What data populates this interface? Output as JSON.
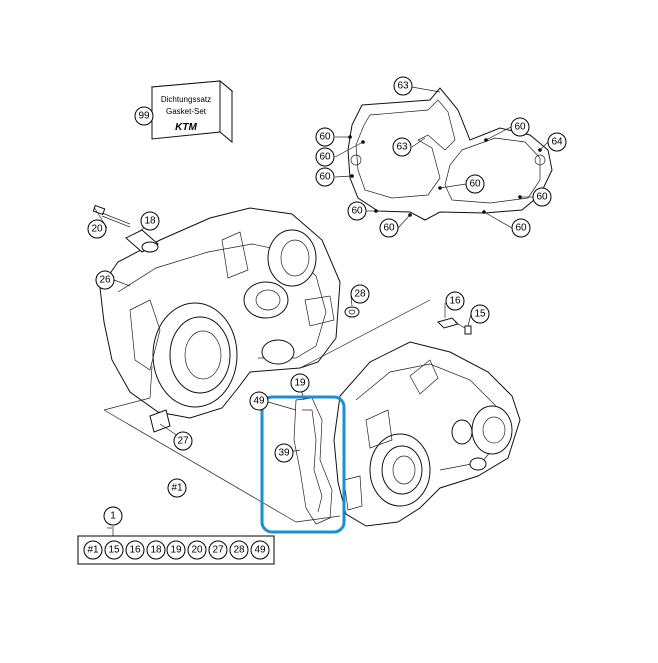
{
  "gasket_set_box": {
    "line1": "Dichtungssatz",
    "line2": "Gasket-Set",
    "brand": "KTM"
  },
  "callouts": {
    "c99": "99",
    "c63a": "63",
    "c63b": "63",
    "c60a": "60",
    "c60b": "60",
    "c60c": "60",
    "c60d": "60",
    "c60e": "60",
    "c60f": "60",
    "c60g": "60",
    "c60h": "60",
    "c60i": "60",
    "c64": "64",
    "c18": "18",
    "c20": "20",
    "c26": "26",
    "c28": "28",
    "c16": "16",
    "c15": "15",
    "c19": "19",
    "c49": "49",
    "c27": "27",
    "c39": "39",
    "c1": "1",
    "c_hash1": "#1"
  },
  "kit_row": {
    "items": [
      "#1",
      "15",
      "16",
      "18",
      "19",
      "20",
      "27",
      "28",
      "49"
    ]
  },
  "highlight": {
    "color": "#1a8fd6"
  }
}
